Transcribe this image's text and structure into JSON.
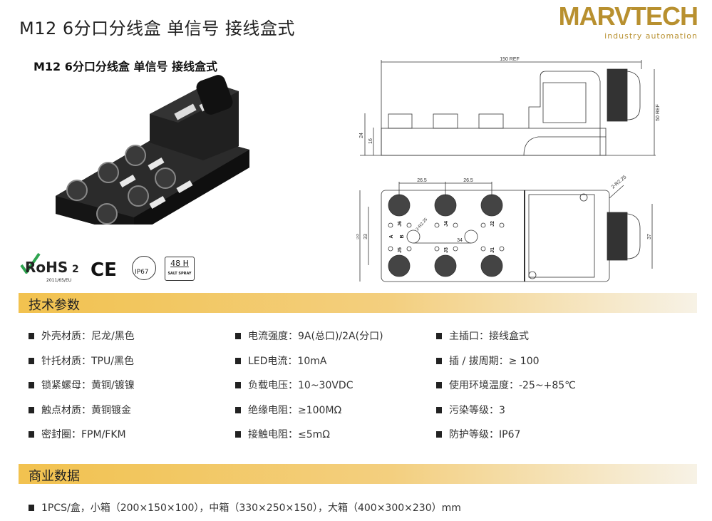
{
  "header": {
    "title": "M12 6分口分线盒 单信号 接线盒式",
    "logo_brand": "MARVTECH",
    "logo_tagline": "industry automation"
  },
  "product": {
    "subtitle": "M12 6分口分线盒 单信号 接线盒式"
  },
  "certifications": {
    "rohs": "RoHS",
    "rohs_sub": "2",
    "rohs_note": "2011/65/EU",
    "ce": "CE",
    "ip": "IP67",
    "salt_hours": "48 H",
    "salt_label": "SALT SPRAY"
  },
  "drawing": {
    "length": "150 REF",
    "height": "50 REF",
    "h24": "24",
    "h16": "16",
    "pitch1": "26.5",
    "pitch2": "26.5",
    "radius": "2-R2.25",
    "radius2": "2-R2.25",
    "w53": "53",
    "w33": "33",
    "w34": "34",
    "w37": "37",
    "ports": [
      "J6",
      "J4",
      "J2",
      "J5",
      "J3",
      "J1"
    ],
    "label_a": "A",
    "label_b": "B"
  },
  "tech_section": {
    "title": "技术参数",
    "columns": [
      [
        "外壳材质：尼龙/黑色",
        "针托材质：TPU/黑色",
        "锁紧螺母：黄铜/镀镍",
        "触点材质：黄铜镀金",
        "密封圈：FPM/FKM"
      ],
      [
        "电流强度：9A(总口)/2A(分口)",
        "LED电流：10mA",
        "负载电压：10~30VDC",
        "绝缘电阻：≥100MΩ",
        "接触电阻：≤5mΩ"
      ],
      [
        "主插口：接线盒式",
        "插 / 拔周期：≥ 100",
        "使用环境温度：-25~+85℃",
        "污染等级：3",
        "防护等级：IP67"
      ]
    ]
  },
  "business_section": {
    "title": "商业数据",
    "items": [
      "1PCS/盒，小箱（200×150×100），中箱（330×250×150），大箱（400×300×230）mm"
    ]
  },
  "colors": {
    "accent": "#b8902f",
    "bar": "#f2c24f"
  }
}
